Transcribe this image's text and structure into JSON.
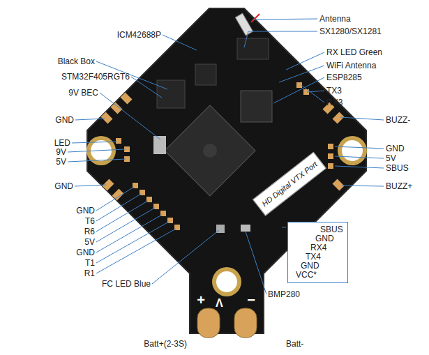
{
  "diagram": {
    "nodes": [
      {
        "text": [
          "HD Digital VTX Port"
        ]
      },
      {
        "text": [
          "SBUS",
          "GND",
          "RX4",
          "TX4",
          "GND",
          "VCC*"
        ]
      }
    ],
    "labels": [
      "ICM42688P",
      "Black Box",
      "STM32F405RGT6",
      "9V BEC",
      "GND",
      "LED",
      "9V",
      "5V",
      "GND",
      "GND",
      "T6",
      "R6",
      "5V",
      "GND",
      "T1",
      "R1",
      "FC LED Blue",
      "BMP280",
      "Batt+(2-3S)",
      "Batt-",
      "Antenna",
      "SX1280/SX1281",
      "RX LED Green",
      "WiFi Antenna",
      "ESP8285",
      "TX3",
      "RX3",
      "BUZZ-",
      "GND",
      "5V",
      "SBUS",
      "BUZZ+",
      "+",
      "−"
    ]
  }
}
